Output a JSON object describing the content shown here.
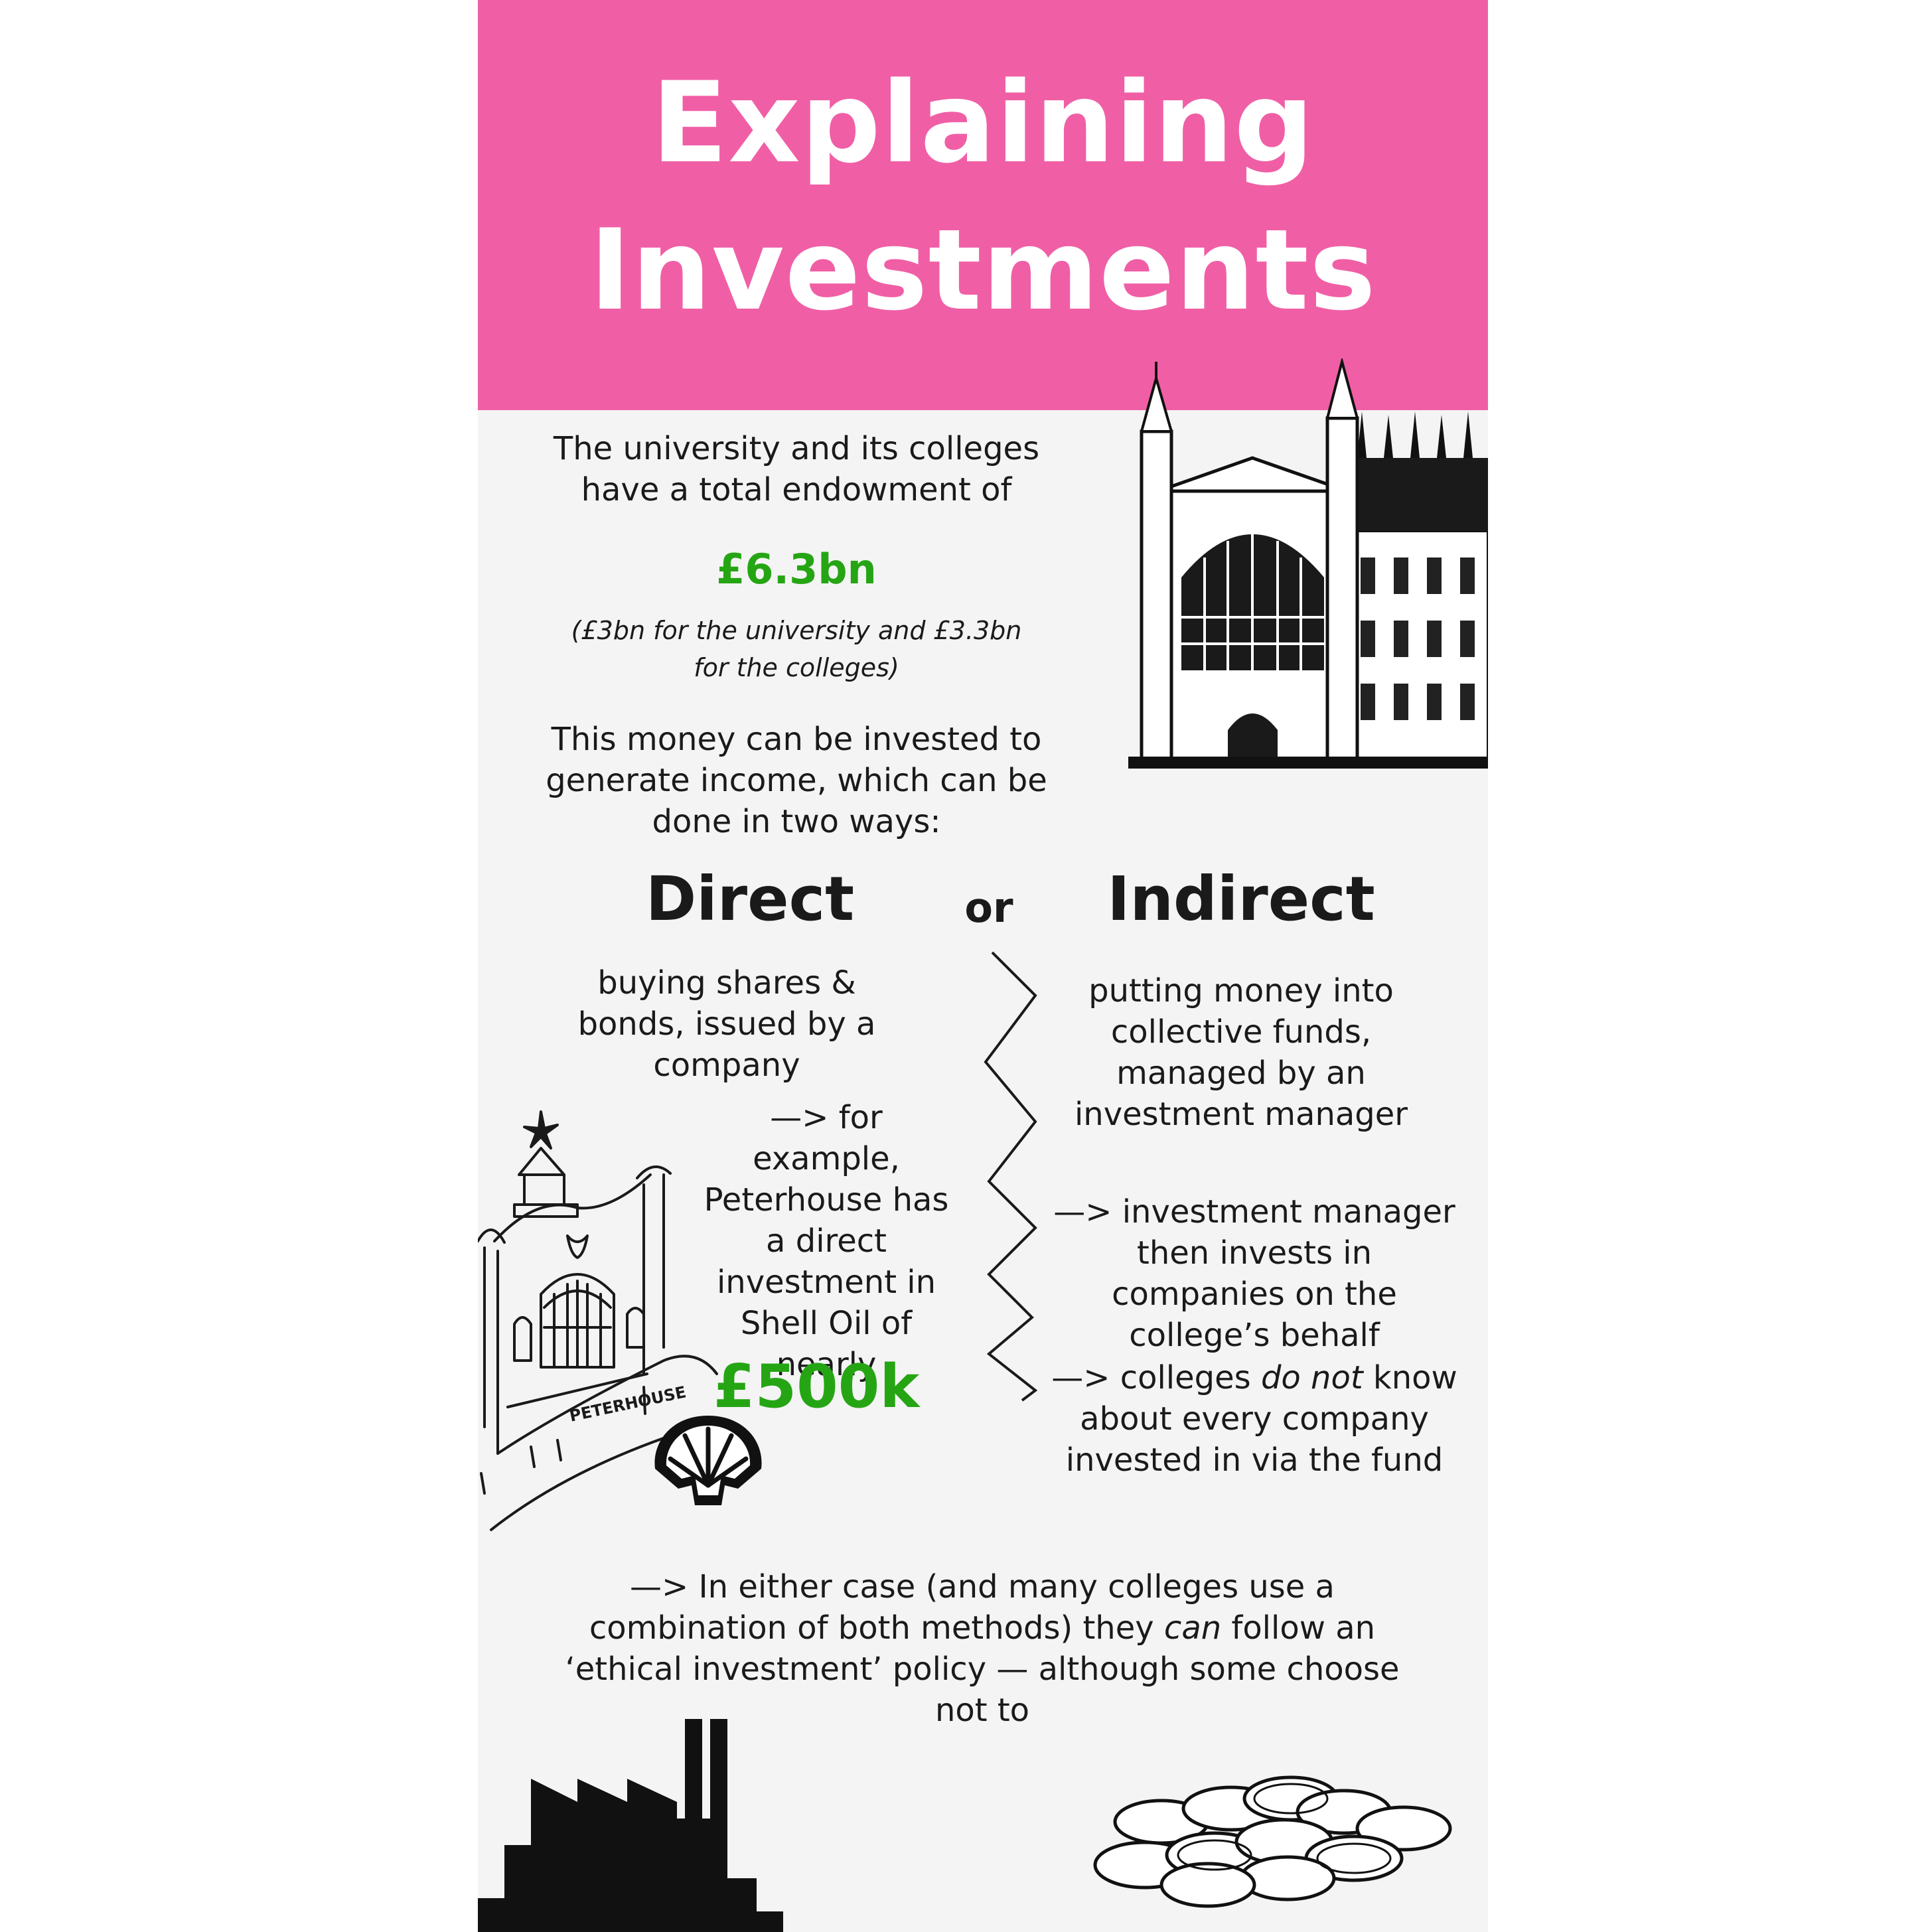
{
  "title": {
    "line1": "Explaining",
    "line2": "Investments"
  },
  "intro": {
    "text": "The university and its colleges have a total endowment of",
    "total": "£6.3bn",
    "breakdown": "(£3bn for the university and £3.3bn for the colleges)",
    "ways": "This money can be invested to generate income, which can be done in two ways:"
  },
  "direct": {
    "heading": "Direct",
    "description": "buying shares & bonds, issued by a company",
    "example": "—> for example, Peterhouse has a direct investment in Shell Oil of nearly",
    "amount": "£500k"
  },
  "or_label": "or",
  "indirect": {
    "heading": "Indirect",
    "description": "putting money into collective funds, managed by an investment manager",
    "point1": "—> investment manager then invests in companies on the college’s behalf",
    "point2_pre": "—> colleges ",
    "point2_em": "do not",
    "point2_post": " know about every company invested in via the fund"
  },
  "conclusion": {
    "pre": "—> In either case (and many colleges use a combination of both methods) they ",
    "em": "can",
    "post": " follow an ‘ethical investment’ policy — although some choose not to"
  },
  "illustrations": {
    "peterhouse_sign": "PETERHOUSE",
    "icons": [
      "kings-college-chapel",
      "peterhouse-college",
      "shell-logo",
      "factory",
      "coins"
    ]
  },
  "colors": {
    "banner": "#f05fa6",
    "highlight": "#26a514",
    "background": "#f4f4f4"
  }
}
